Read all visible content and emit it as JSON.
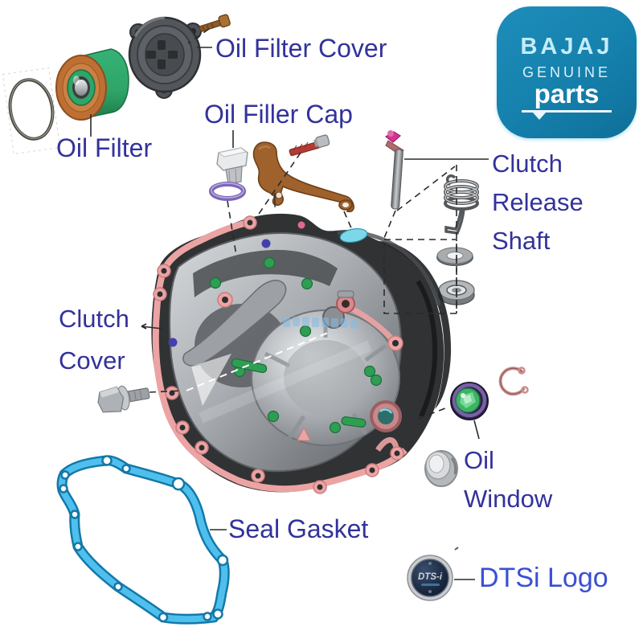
{
  "title": "Bajaj clutch cover exploded parts diagram",
  "brand_badge": {
    "brand": "BAJAJ",
    "line2": "GENUINE",
    "line3": "parts"
  },
  "labels": {
    "oil_filter_cover": "Oil Filter Cover",
    "oil_filler_cap": "Oil Filler Cap",
    "oil_filter": "Oil Filter",
    "clutch_release_shaft": [
      "Clutch",
      "Release",
      "Shaft"
    ],
    "clutch_cover": [
      "Clutch",
      "Cover"
    ],
    "oil_window": [
      "Oil",
      "Window"
    ],
    "seal_gasket": "Seal Gasket",
    "dtsi_logo": "DTSi Logo"
  },
  "dtsi_badge": {
    "text": "DTS-i"
  },
  "parts": [
    "o-ring",
    "oil-filter",
    "oil-filter-cover",
    "cover-bolt",
    "oil-filler-cap",
    "filler-cap-o-ring",
    "clutch-lever",
    "lever-bolt",
    "clutch-release-shaft",
    "return-spring",
    "washer",
    "oil-seal",
    "clutch-cover",
    "mount-bolt",
    "seal-gasket",
    "oil-window",
    "circlip",
    "bearing-seal",
    "dtsi-badge"
  ],
  "colors": {
    "label_text": "#32329B",
    "dtsi_label_text": "#3A4FD4",
    "badge_blue": "#1580AC",
    "badge_text_light": "#C4ECF8",
    "gasket_blue": "#4FC0EE",
    "cover_gasket_pink": "#ECA3A3",
    "cover_body_dark": "#303234",
    "filter_green": "#2FA568",
    "filter_orange": "#BE6F33",
    "lever_brown": "#A0622D",
    "bolt_red": "#B23B35",
    "oring_purple": "#7D66B8",
    "window_green": "#3DB366",
    "marker_green": "#2E9E53",
    "marker_blue": "#4340AC",
    "cyan_patch": "#7CD8E8"
  }
}
